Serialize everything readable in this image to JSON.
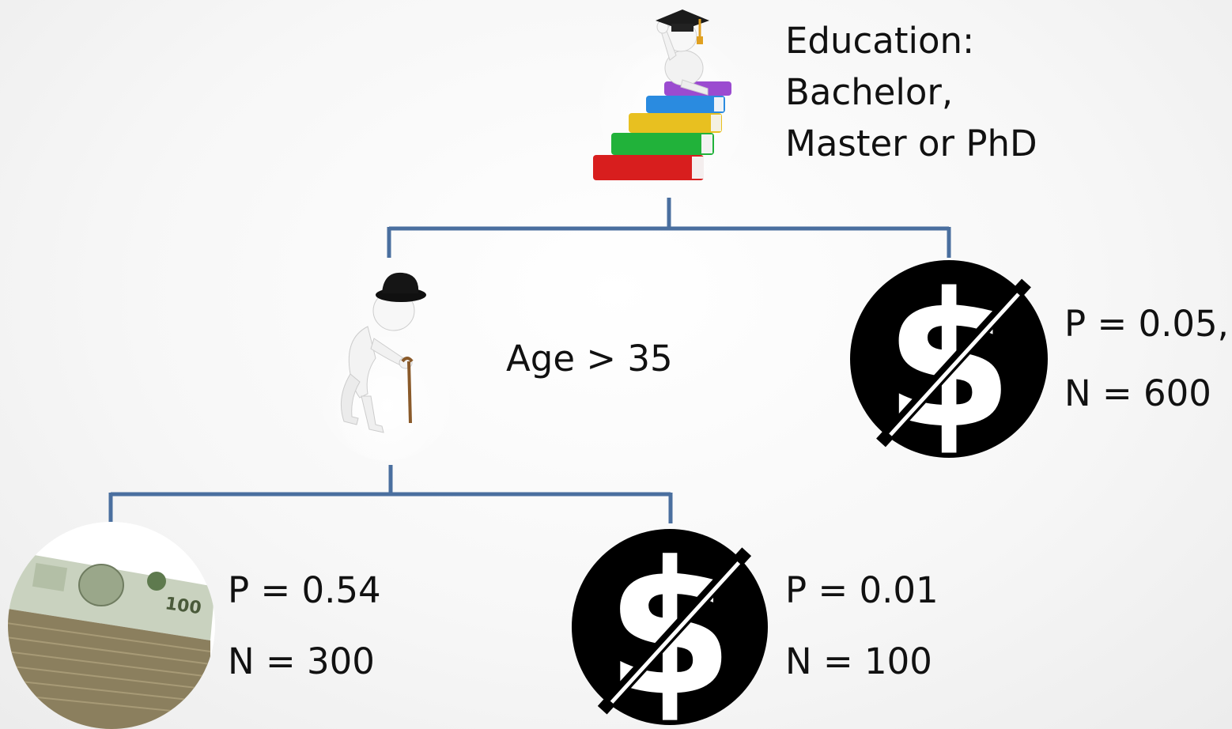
{
  "root": {
    "lines": [
      "Education:",
      "Bachelor,",
      "Master or PhD"
    ],
    "icon": "graduate-on-books-icon"
  },
  "age_node": {
    "label": "Age > 35",
    "icon": "old-man-with-cane-icon"
  },
  "leaf_right": {
    "p": "P = 0.05,",
    "n": "N = 600",
    "icon": "no-dollar-icon"
  },
  "leaf_money": {
    "p": "P = 0.54",
    "n": "N = 300",
    "icon": "money-stack-icon"
  },
  "leaf_mid": {
    "p": "P = 0.01",
    "n": "N = 100",
    "icon": "no-dollar-icon"
  },
  "colors": {
    "connector": "#4a6f9f",
    "icon_dark": "#000000",
    "money_green": "#8a9a6e"
  }
}
